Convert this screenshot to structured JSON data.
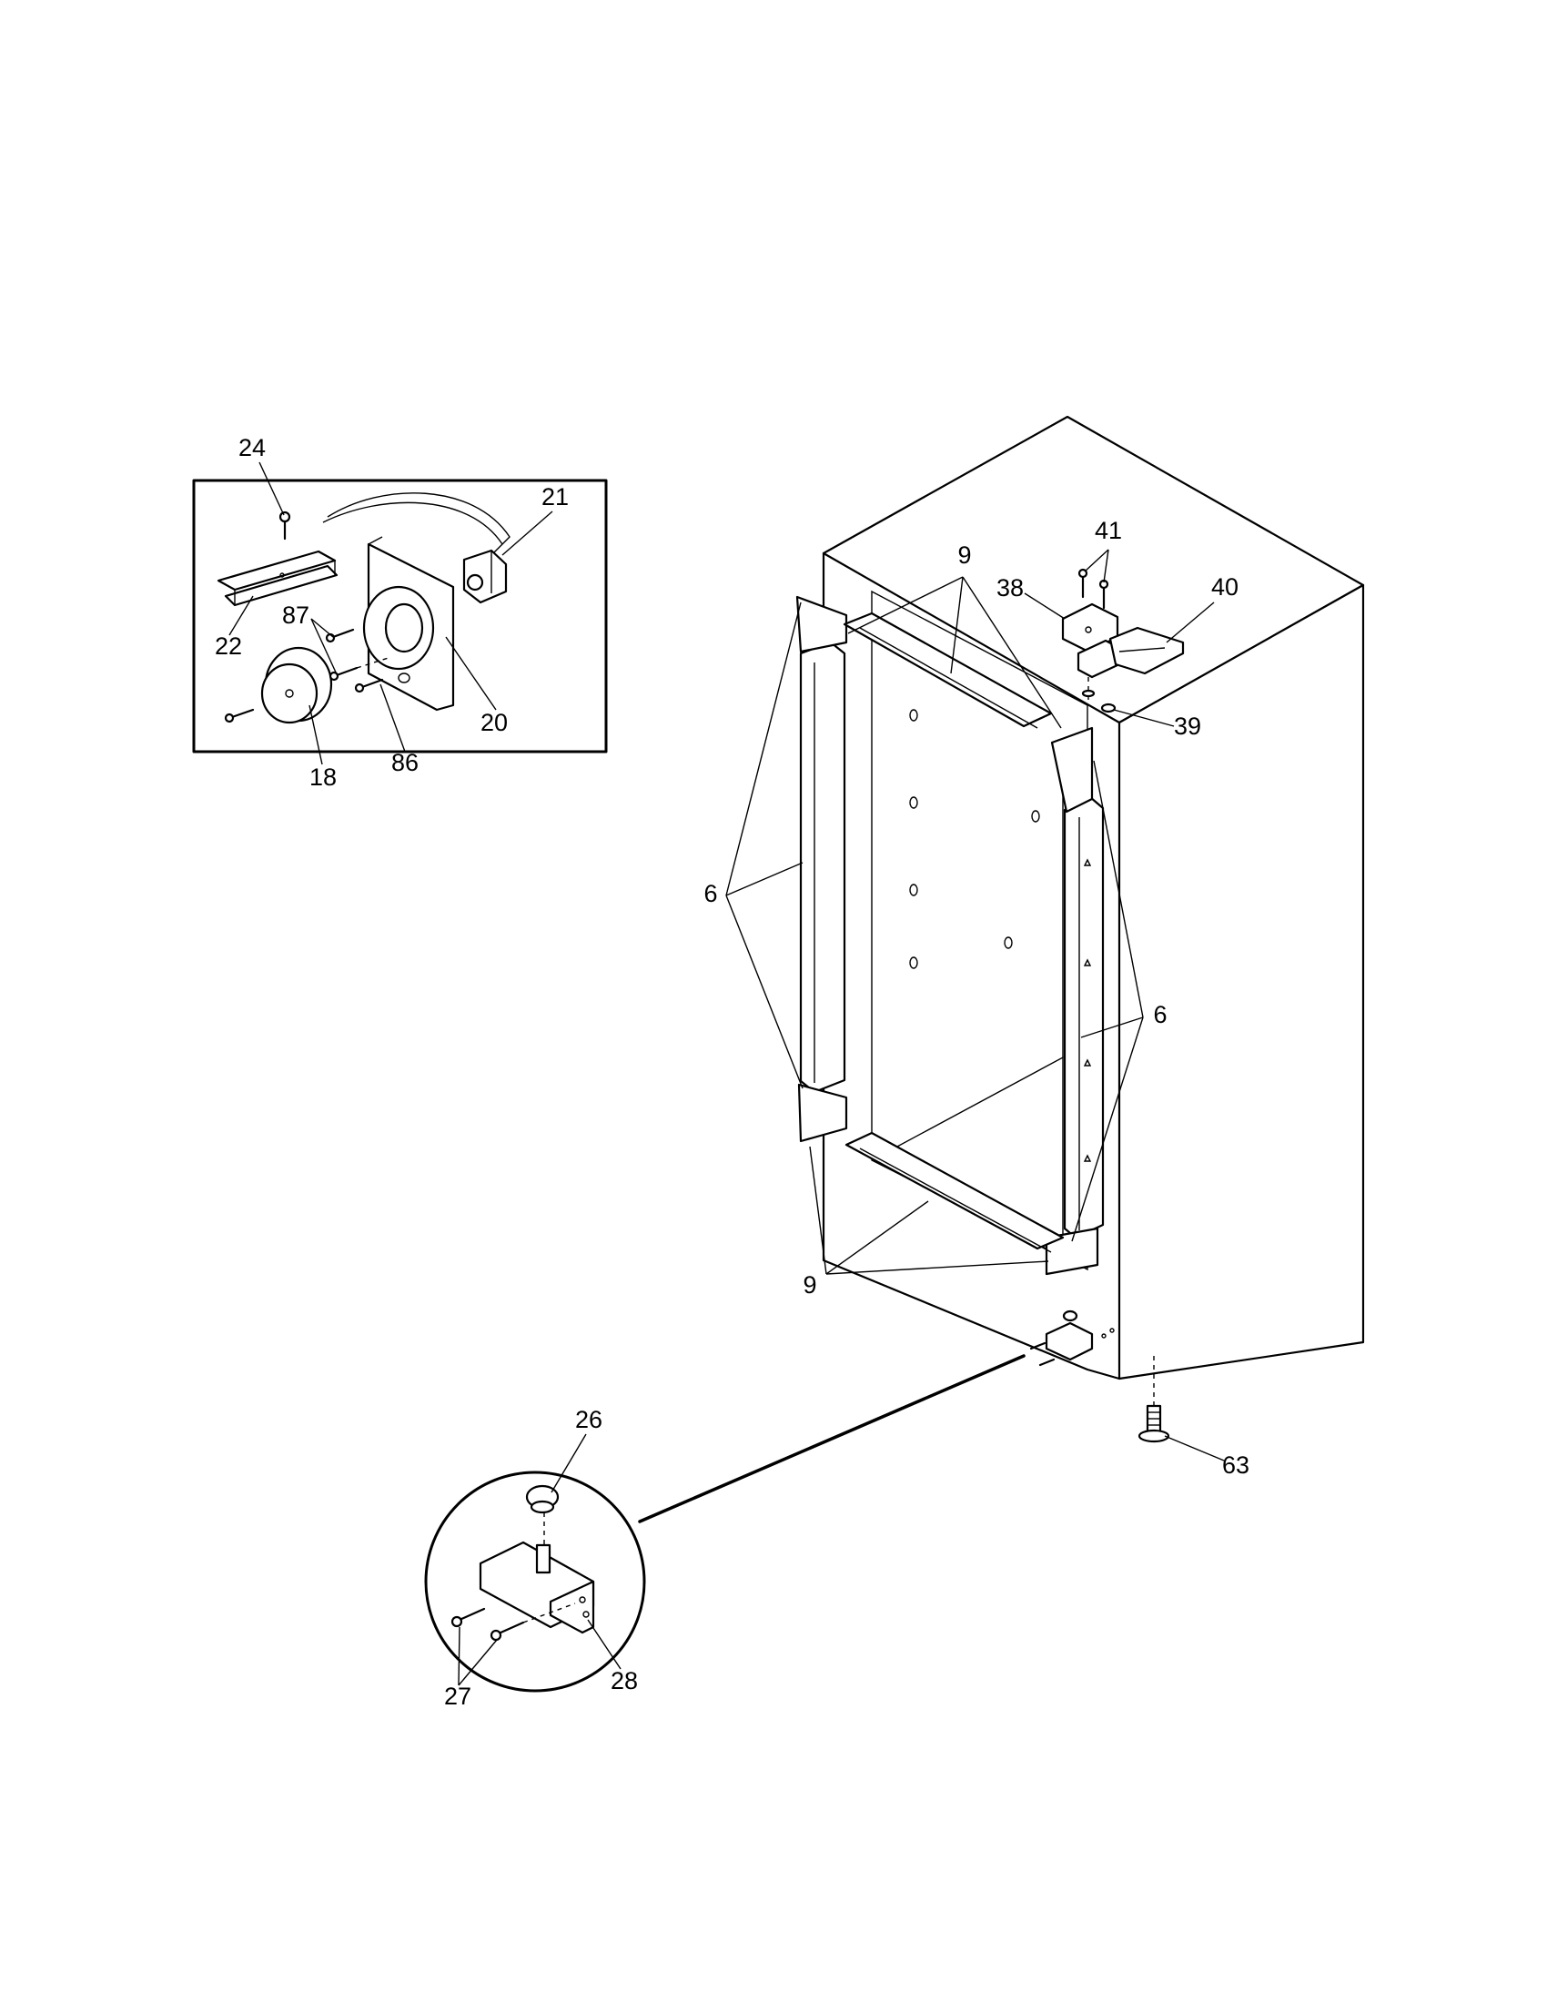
{
  "callouts": {
    "c24": "24",
    "c21": "21",
    "c22": "22",
    "c87": "87",
    "c20": "20",
    "c18": "18",
    "c86": "86",
    "c9_top": "9",
    "c41": "41",
    "c38": "38",
    "c40": "40",
    "c39": "39",
    "c6_left": "6",
    "c6_right": "6",
    "c9_bottom": "9",
    "c63": "63",
    "c26": "26",
    "c27": "27",
    "c28": "28"
  }
}
